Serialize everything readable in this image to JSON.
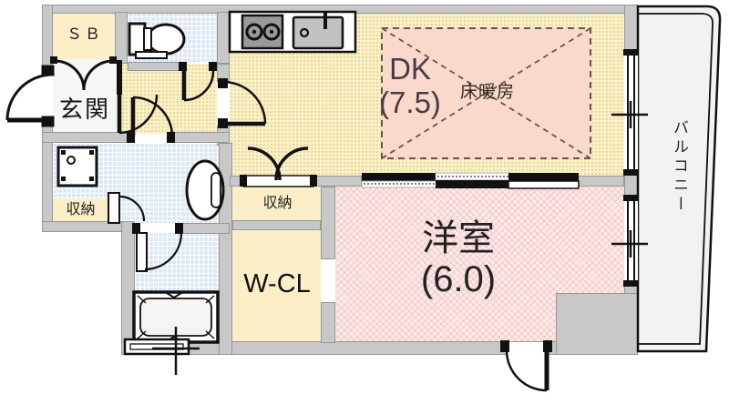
{
  "rooms": {
    "sb": {
      "label": "ＳＢ"
    },
    "genkan": {
      "label": "玄関"
    },
    "dk": {
      "label": "DK",
      "size": "(7.5)"
    },
    "yuka_danbo": {
      "label": "床暖房"
    },
    "yoshitsu": {
      "label": "洋室",
      "size": "(6.0)"
    },
    "wcl": {
      "label": "W-CL"
    },
    "shuno_hall": {
      "label": "収納"
    },
    "shuno_wash": {
      "label": "収納"
    },
    "balcony": {
      "label": "バルコニー"
    }
  },
  "colors": {
    "wall": "#c8c8c8",
    "dk_floor": "#faf0c6",
    "wet_floor": "#dde8f6",
    "western_floor": "#fce9e8",
    "floor_heating_fill": "#f8d9cb",
    "closet_floor": "#fcefc8",
    "entrance_floor": "#f6f6f4",
    "balcony_floor": "#f2f2f0",
    "outline": "#111111",
    "dk_label_color": "#4a3b49"
  },
  "fixtures": [
    "toilet",
    "stove",
    "kitchen-sink",
    "washing-machine-pan",
    "wash-basin",
    "bathtub",
    "floor-heating-area",
    "sliding-door",
    "window-cross",
    "hinged-door",
    "double-door"
  ]
}
